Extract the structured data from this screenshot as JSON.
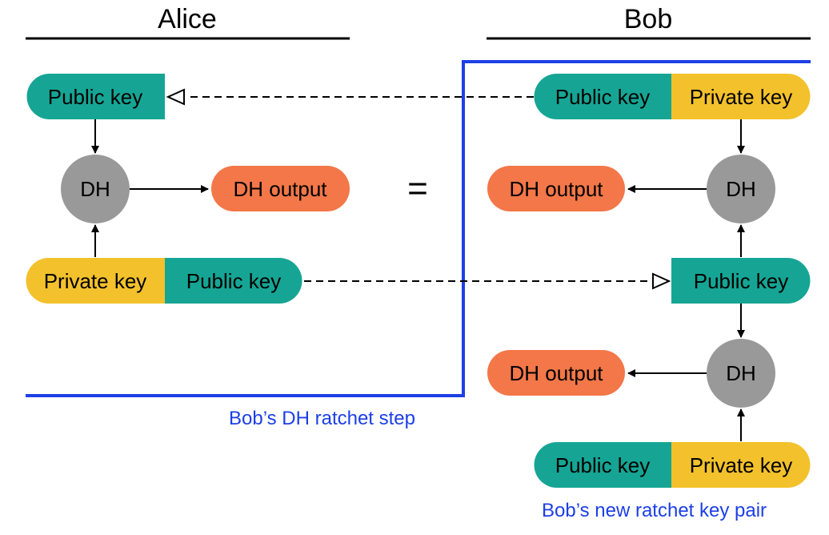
{
  "headers": {
    "alice": "Alice",
    "bob": "Bob"
  },
  "labels": {
    "public_key": "Public key",
    "private_key": "Private key",
    "dh": "DH",
    "dh_output": "DH output",
    "equals": "="
  },
  "captions": {
    "dh_ratchet_step": "Bob’s DH ratchet step",
    "new_key_pair": "Bob’s new ratchet key pair"
  },
  "colors": {
    "public_key": "#16A594",
    "private_key": "#F3C12C",
    "dh_node": "#999999",
    "dh_output": "#F37748",
    "boundary": "#1C3FE6",
    "caption": "#1C3FE6",
    "line": "#000000"
  }
}
